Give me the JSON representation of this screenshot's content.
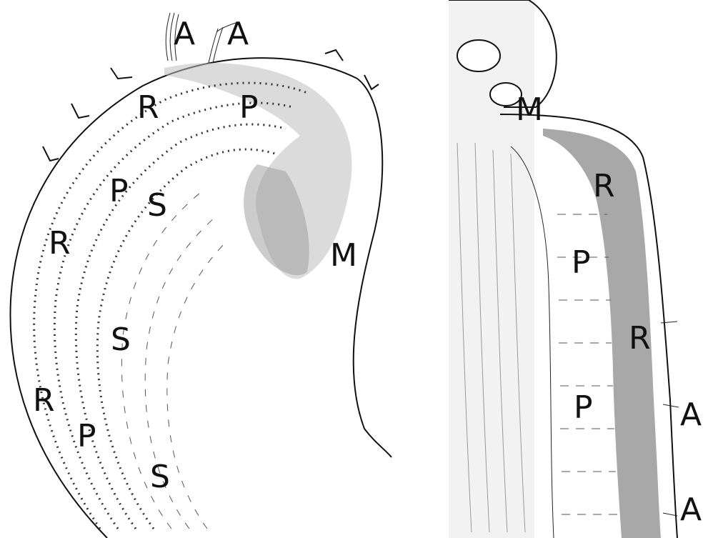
{
  "left_figure": {
    "labels": {
      "a1": "A",
      "a2": "A",
      "r1": "R",
      "p1": "P",
      "p2": "P",
      "s1": "S",
      "r2": "R",
      "m": "M",
      "s2": "S",
      "r3": "R",
      "p3": "P",
      "s3": "S"
    }
  },
  "right_figure": {
    "labels": {
      "m": "M",
      "r1": "R",
      "p1": "P",
      "r2": "R",
      "p2": "P",
      "a1": "A",
      "a2": "A"
    }
  }
}
